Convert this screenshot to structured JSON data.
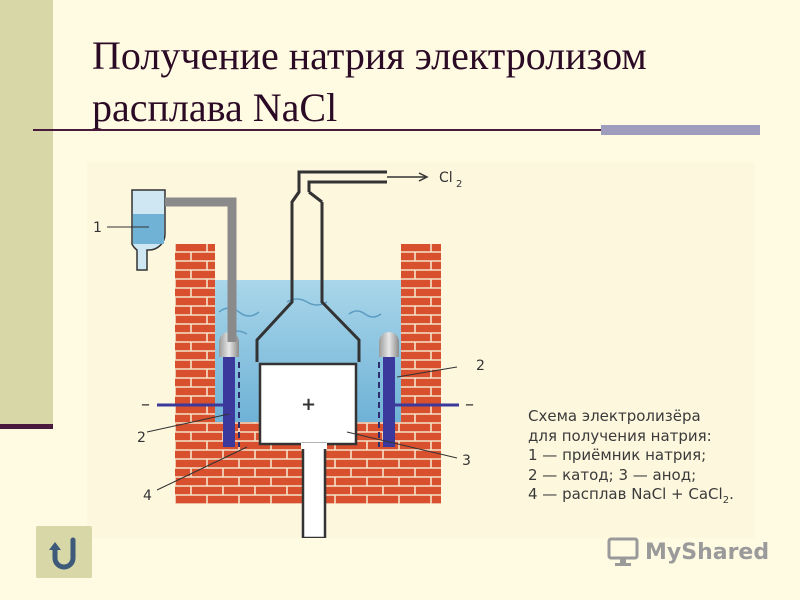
{
  "slide": {
    "title": "Получение натрия электролизом расплава NaCl",
    "title_line1": "Получение натрия электролизом",
    "title_line2": "расплава NaCl"
  },
  "diagram": {
    "gas_label": "Cl",
    "gas_subscript": "2",
    "label_1": "1",
    "label_2_right": "2",
    "label_2_left": "2",
    "label_3": "3",
    "label_4": "4",
    "anode_sign": "+",
    "cathode_sign_left": "–",
    "cathode_sign_right": "–"
  },
  "legend": {
    "line1": "Схема электролизёра",
    "line2": "для получения натрия:",
    "line3": "1 — приёмник натрия;",
    "line4": "2 — катод; 3 — анод;",
    "line5_prefix": "4 — расплав NaCl + CaCl",
    "line5_sub": "2",
    "line5_suffix": "."
  },
  "nav": {
    "back_icon": "u-turn-back-icon"
  },
  "watermark": {
    "text": "MyShared",
    "icon": "monitor-icon"
  },
  "colors": {
    "background": "#fffbe3",
    "sidebar": "#d7d7a7",
    "accent_dark": "#4a1a3c",
    "brick": "#d8502e",
    "melt": "#8fc6e0",
    "cathode": "#3b3a9c"
  }
}
